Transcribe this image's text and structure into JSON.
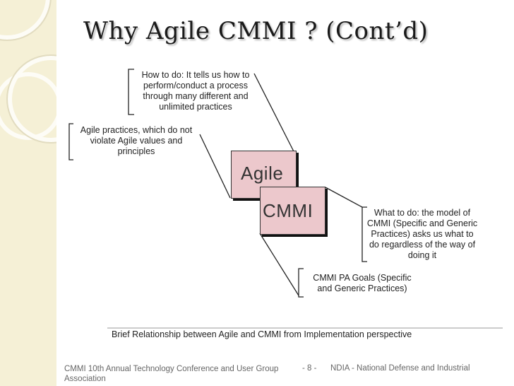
{
  "slide": {
    "title": "Why Agile CMMI ? (Cont’d)"
  },
  "diagram": {
    "how_to_do": "How to do: It tells us how to\nperform/conduct a process\nthrough many different and\nunlimited practices",
    "agile_practices": "Agile practices, which do not\nviolate Agile values and\nprinciples",
    "agile_label": "Agile",
    "cmmi_label": "CMMI",
    "what_to_do": "What to do: the model of\nCMMI (Specific and Generic\nPractices) asks us what to\ndo regardless of the way of\ndoing it",
    "pa_goals": "CMMI PA Goals (Specific\nand Generic Practices)",
    "caption": "Brief Relationship between Agile and CMMI from Implementation perspective"
  },
  "footer": {
    "left_line1": "CMMI 10th Annual Technology Conference and User Group",
    "left_line2": "Association",
    "page": "- 8 -",
    "right": "NDIA - National Defense and Industrial"
  },
  "colors": {
    "sidebar": "#f5f0d6",
    "box_fill": "#ecc8cc"
  }
}
